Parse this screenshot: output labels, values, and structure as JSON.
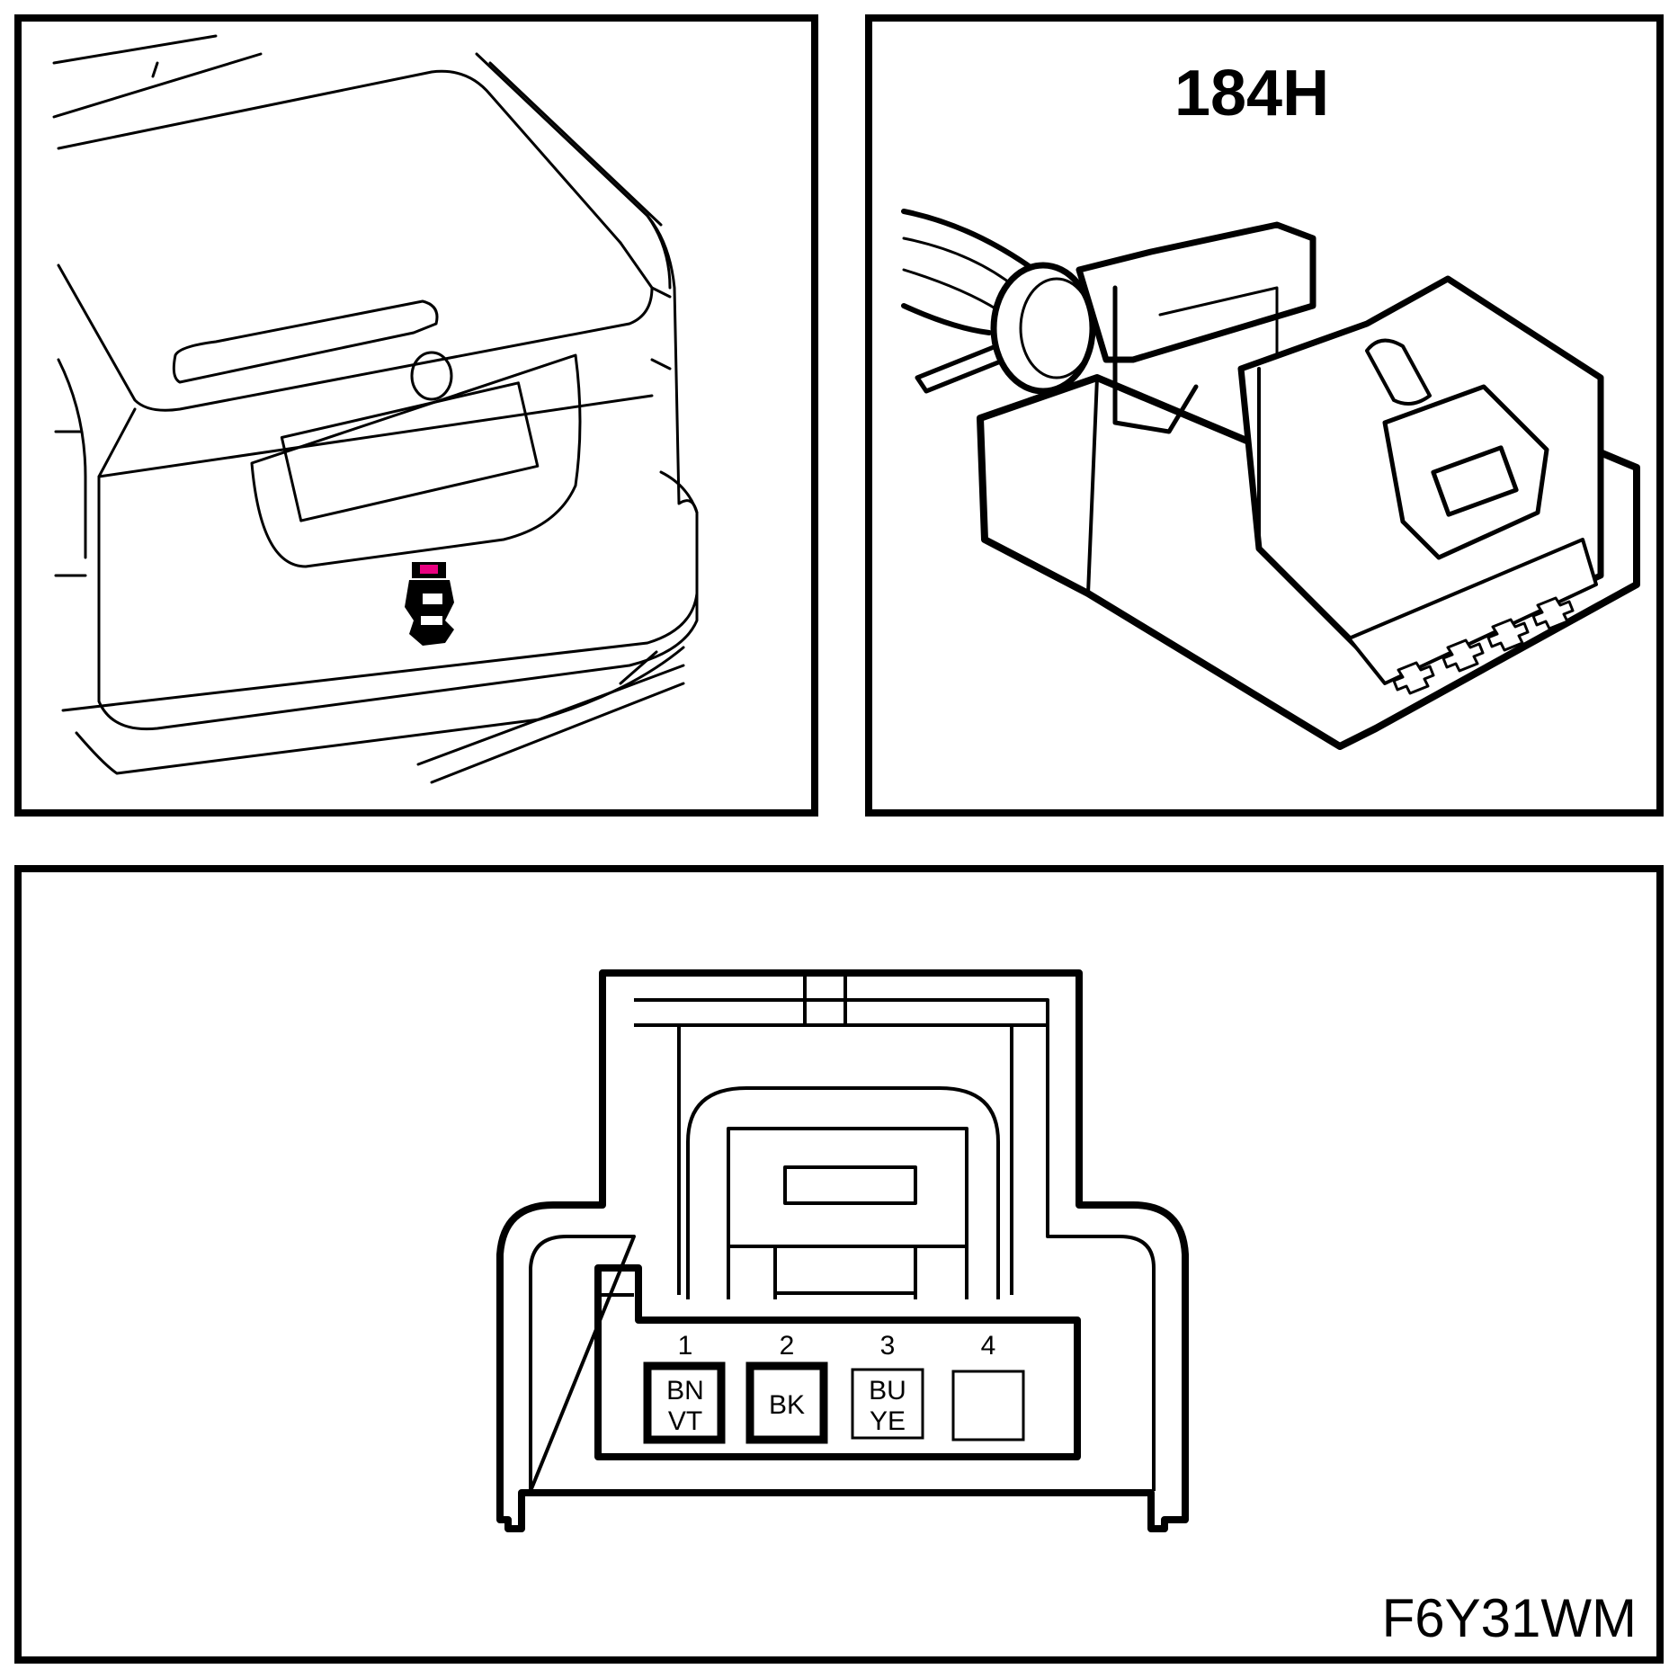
{
  "connector_id": "184H",
  "figure_code": "F6Y31WM",
  "accent_color": "#e8007f",
  "pins": [
    {
      "number": "1",
      "wire_top": "BN",
      "wire_bottom": "VT",
      "filled": true
    },
    {
      "number": "2",
      "wire_top": "BK",
      "wire_bottom": "",
      "filled": true
    },
    {
      "number": "3",
      "wire_top": "BU",
      "wire_bottom": "YE",
      "filled": false
    },
    {
      "number": "4",
      "wire_top": "",
      "wire_bottom": "",
      "filled": false
    }
  ]
}
